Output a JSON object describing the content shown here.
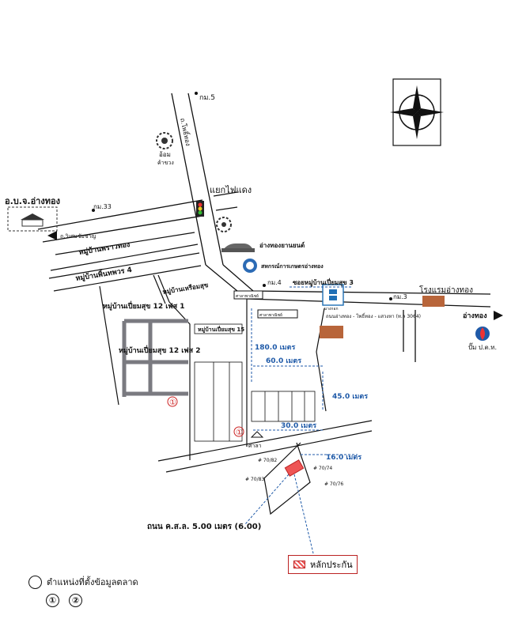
{
  "labels": {
    "km5": "กม.5",
    "road_north": "ถ.โพธิ์ทอง",
    "monument": "อ้อม",
    "monument_sub": "ค้าขวง",
    "traffic_light": "แยกไฟแดง",
    "district_office": "อ.บ.จ.อ่างทอง",
    "km33": "กม.33",
    "wiset_road": "ถ.วิเศษชัยชาญ",
    "village_phrai": "หมู่บ้านพราวทอง",
    "village_phet": "หมู่บ้านพิ้นทพวร 4",
    "car_dealer": "อ่างทองยานยนต์",
    "coop": "สหกรณ์การเกษตรอ่างทอง",
    "km4": "กม.4",
    "village_chueamsuk3": "ซอยหมู่บ้านเปี่ยมสุข 3",
    "hotel": "โรงแรมอ่างทอง",
    "km3": "กม.3",
    "angthong_arrow": "อ่างทอง",
    "highway": "ถนนอ่างทอง - โพธิ์ทอง - แสวงหา (ท.ล 3064)",
    "ptt": "ปั๊ม ป.ต.ท.",
    "village_pt12_1": "หมู่บ้านเปี่ยมสุข 12 เฟส 1",
    "village_pearsuk": "หมู่บ้านเหรือมสุข",
    "village_pt12_2": "หมู่บ้านเปี่ยมสุข 12 เฟส 2",
    "village_pt15": "หมู่บ้านเปี่ยมสุข 15",
    "sala1": "ศาลาพาณิชย์",
    "sala2": "ศาลาพาณิชย์",
    "bank": "บางกอก",
    "shrine": "ศาลา",
    "plot_82": "# 70/82",
    "plot_83": "# 70/83",
    "plot_74": "# 70/74",
    "plot_76": "# 70/76",
    "soi_road": "ถนน ค.ส.ล. 5.00 เมตร (6.00)",
    "marker1": "①",
    "marker2": "①"
  },
  "distances": {
    "d180": "180.0 เมตร",
    "d60": "60.0 เมตร",
    "d45": "45.0 เมตร",
    "d30": "30.0 เมตร",
    "d16": "16.0 เมตร"
  },
  "compass": {
    "north": "N"
  },
  "guarantee": {
    "label": "หลักประกัน"
  },
  "legend": {
    "text": "ตำแหน่งที่ตั้งข้อมูลตลาด",
    "n1": "①",
    "n2": "②"
  },
  "colors": {
    "distance": "#1f5aa8",
    "marker": "#cc2222",
    "building": "#b8653a"
  }
}
